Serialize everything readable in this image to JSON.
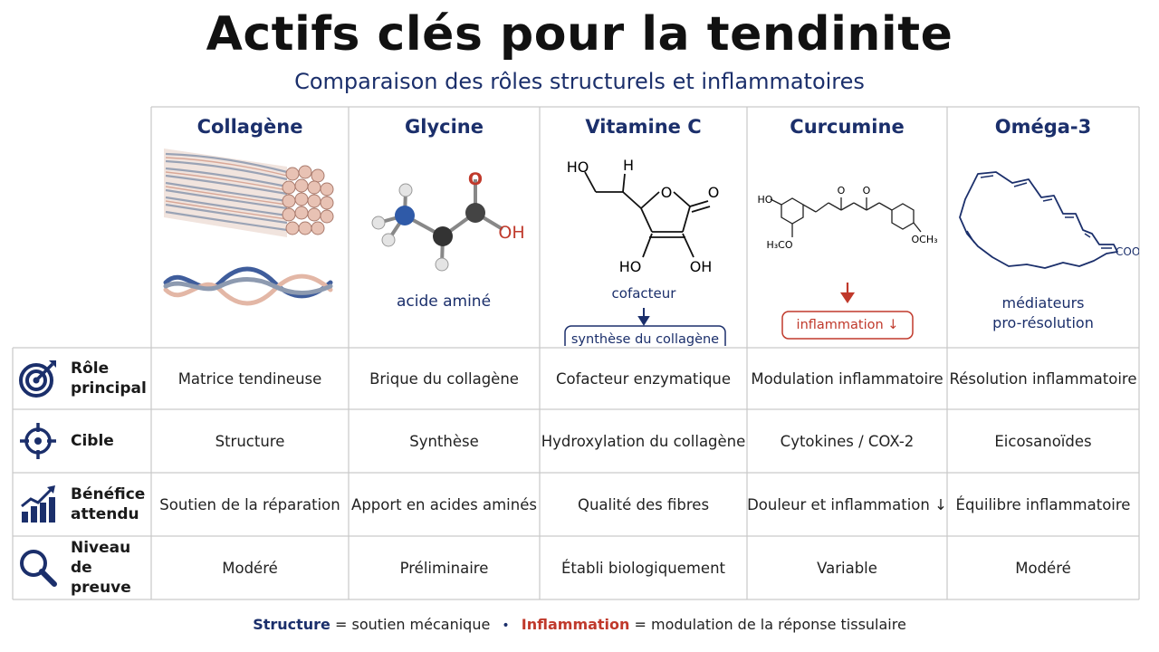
{
  "title": "Actifs clés pour la tendinite",
  "subtitle": "Comparaison des rôles structurels et inflammatoires",
  "columns": [
    {
      "name": "Collagène"
    },
    {
      "name": "Glycine",
      "caption": "acide aminé",
      "atoms": {
        "o": "O",
        "oh": "OH"
      }
    },
    {
      "name": "Vitamine C",
      "atoms": {
        "ho_top": "HO",
        "h": "H",
        "o_ring": "O",
        "o_keto": "O",
        "ho_left": "HO",
        "oh_right": "OH"
      },
      "arrow_label": "cofacteur",
      "box_label": "synthèse du collagène"
    },
    {
      "name": "Curcumine",
      "atoms": {
        "ho": "HO",
        "o1": "O",
        "o2": "O",
        "h3co": "H₃CO",
        "och3": "OCH₃"
      },
      "box_label": "inflammation ↓"
    },
    {
      "name": "Oméga-3",
      "atoms": {
        "cooh": "COOH"
      },
      "caption_line1": "médiateurs",
      "caption_line2": "pro-résolution"
    }
  ],
  "rows": [
    {
      "label_line1": "Rôle",
      "label_line2": "principal",
      "icon": "target-icon",
      "cells": [
        "Matrice tendineuse",
        "Brique du collagène",
        "Cofacteur enzymatique",
        "Modulation inflammatoire",
        "Résolution inflammatoire"
      ]
    },
    {
      "label_line1": "Cible",
      "label_line2": "",
      "icon": "crosshair-icon",
      "cells": [
        "Structure",
        "Synthèse",
        "Hydroxylation du collagène",
        "Cytokines / COX-2",
        "Eicosanoïdes"
      ]
    },
    {
      "label_line1": "Bénéfice",
      "label_line2": "attendu",
      "icon": "growth-chart-icon",
      "cells": [
        "Soutien de la réparation",
        "Apport en acides aminés",
        "Qualité des fibres",
        "Douleur et inflammation ↓",
        "Équilibre inflammatoire"
      ]
    },
    {
      "label_line1": "Niveau de",
      "label_line2": "preuve",
      "icon": "magnifier-icon",
      "cells": [
        "Modéré",
        "Préliminaire",
        "Établi biologiquement",
        "Variable",
        "Modéré"
      ]
    }
  ],
  "legend": {
    "structure_term": "Structure",
    "structure_def": "= soutien mécanique",
    "separator": "•",
    "inflam_term": "Inflammation",
    "inflam_def": "= modulation de la réponse tissulaire"
  },
  "colors": {
    "navy": "#1b2f6b",
    "red": "#c0392b",
    "grid": "#c9c9c9"
  }
}
